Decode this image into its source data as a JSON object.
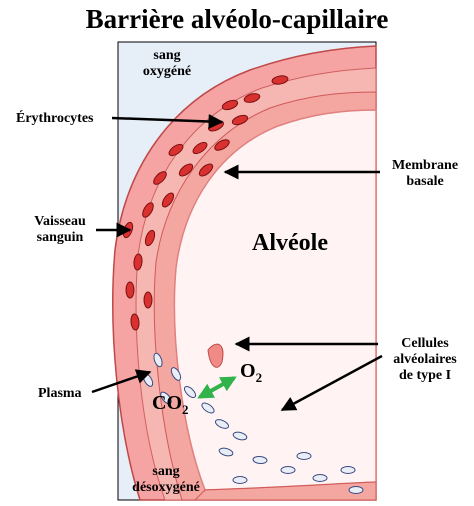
{
  "title": "Barrière alvéolo-capillaire",
  "labels": {
    "oxygenated": "sang\noxygéné",
    "deoxygenated": "sang\ndésoxygéné",
    "erythrocytes": "Érythrocytes",
    "vessel": "Vaisseau\nsanguin",
    "plasma": "Plasma",
    "basement_membrane": "Membrane\nbasale",
    "alveolus": "Alvéole",
    "type1_cells": "Cellules\nalvéolaires\nde type I",
    "o2": "O",
    "o2_sub": "2",
    "co2": "CO",
    "co2_sub": "2"
  },
  "colors": {
    "blood_bg": "#e6eef8",
    "vessel": "#f5a3a3",
    "tissue": "#f7b2ae",
    "alveolus_fill": "#fff4f3",
    "erythrocyte": "#d93030",
    "plasma_cell": "#e9edf6",
    "arrow": "#000000",
    "exchange_arrow": "#2fb34a"
  }
}
